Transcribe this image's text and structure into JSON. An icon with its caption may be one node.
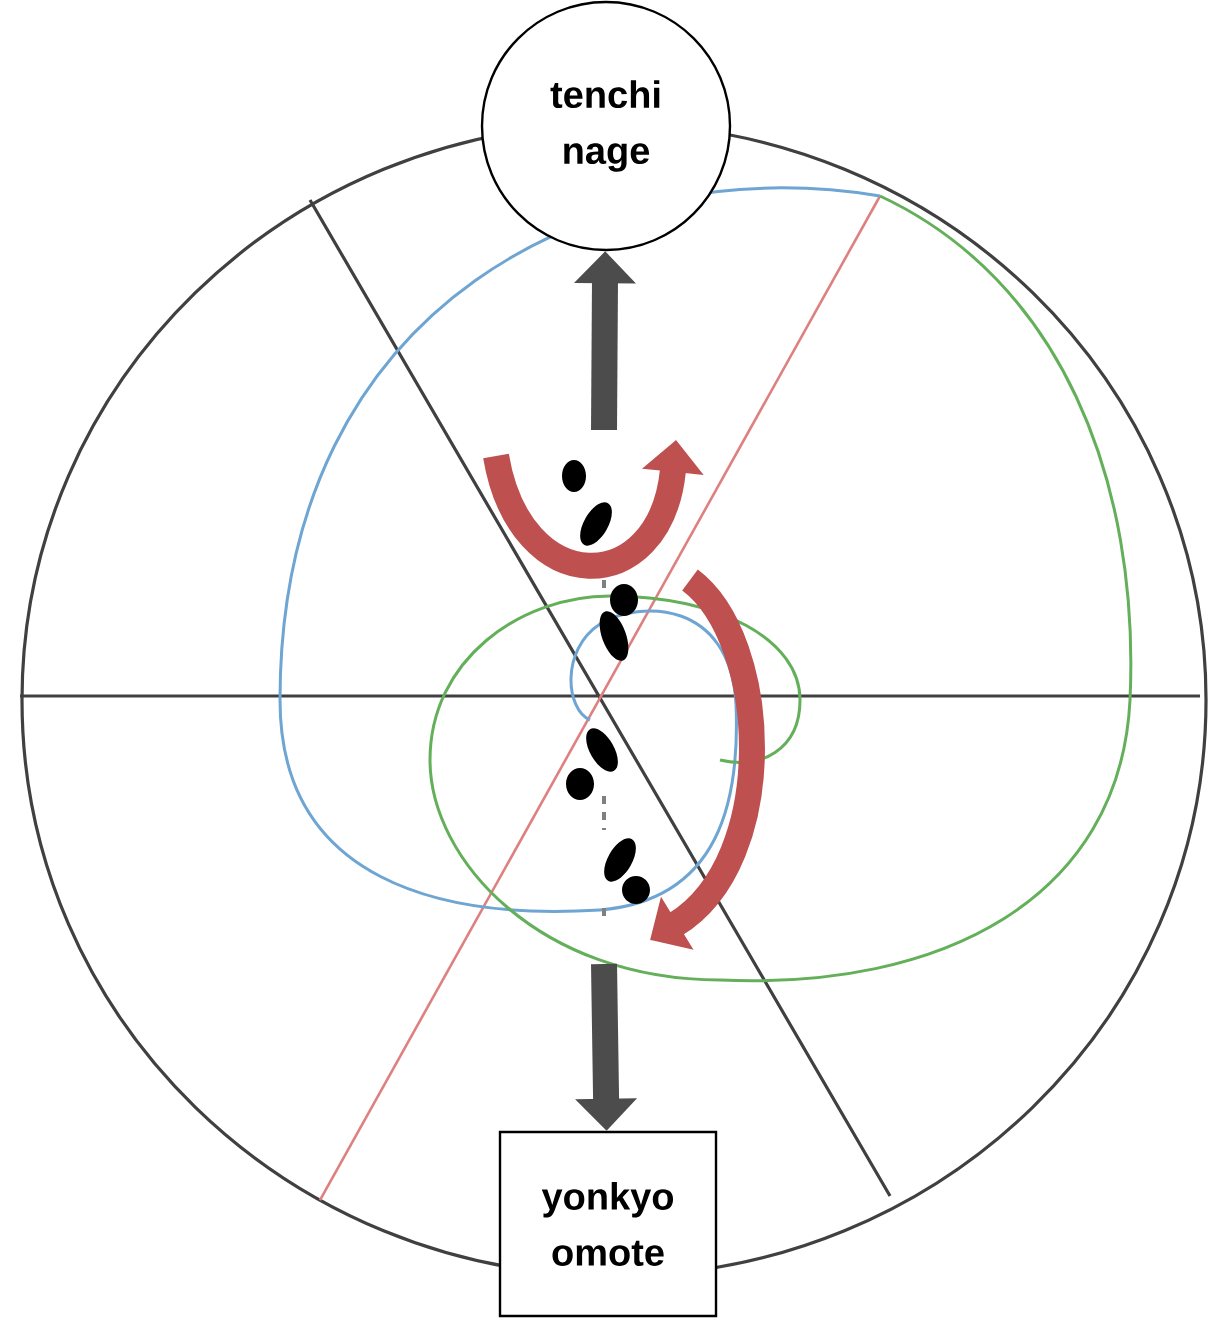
{
  "diagram": {
    "nodes": [
      {
        "text": [
          "tenchi nage"
        ]
      },
      {
        "text": [
          "yonkyo omote"
        ]
      }
    ],
    "edges": [
      {
        "from": null,
        "to": 0,
        "arrow": "to"
      },
      {
        "from": null,
        "to": 1,
        "arrow": "to"
      }
    ]
  }
}
